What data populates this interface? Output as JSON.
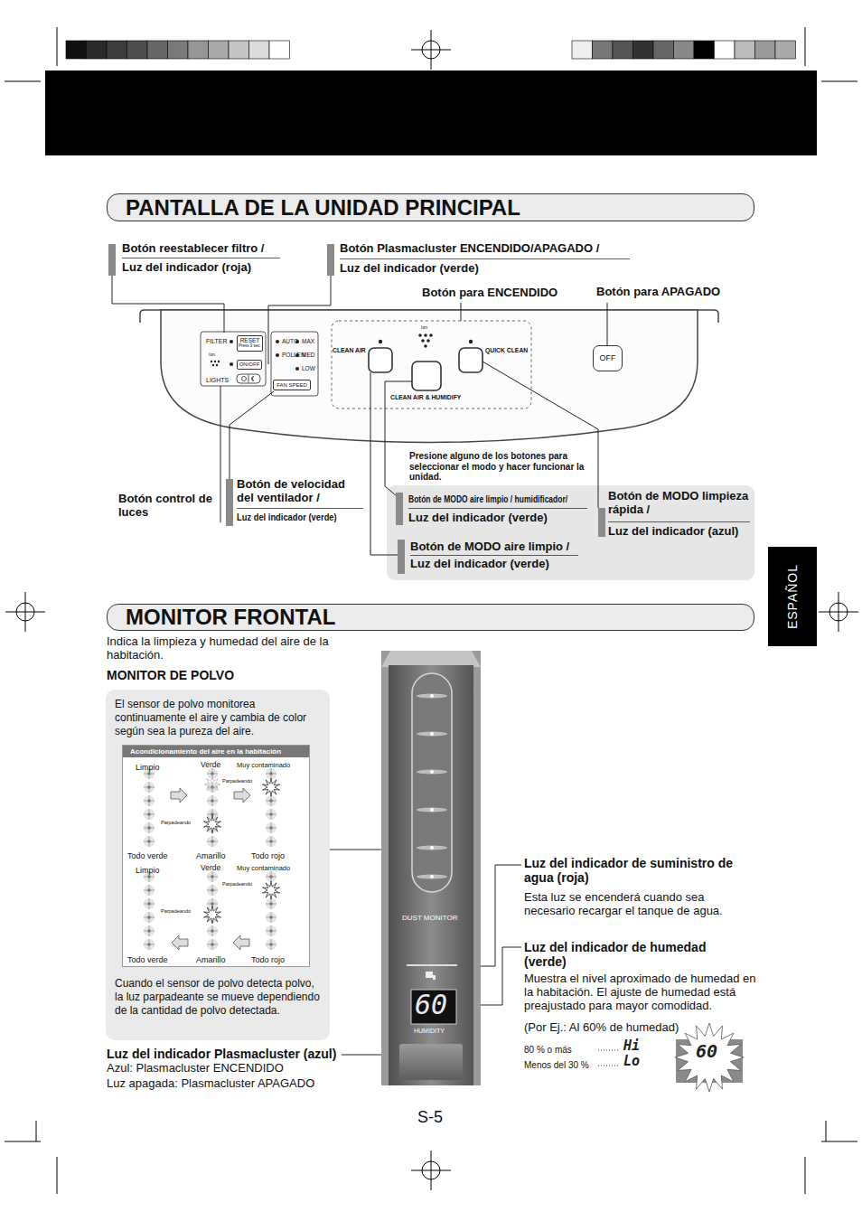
{
  "diagram": {
    "nodes": [
      {
        "text": [
          "PANTALLA DE LA UNIDAD PRINCIPAL"
        ]
      },
      {
        "text": [
          "RESET",
          "Press 3 sec."
        ]
      },
      {
        "text": [
          "ON/OFF"
        ]
      },
      {
        "text": [
          "FAN SPEED"
        ]
      },
      {
        "text": [
          "OFF"
        ]
      },
      {
        "text": [
          "ESPAÑOL"
        ]
      },
      {
        "text": [
          "MONITOR FRONTAL"
        ]
      },
      {
        "text": [
          "El sensor de polvo monitorea continuamente el aire y cambia de color según sea la pureza del aire.",
          "Cuando el sensor de polvo detecta polvo, la luz parpadeante se mueve dependiendo de la cantidad de polvo detectada."
        ]
      },
      {
        "text": [
          "Acondicionamiento del aire en la habitación"
        ],
        "in": 7
      }
    ],
    "labels": [
      "Botón reestablecer filtro /",
      "Luz del indicador (roja)",
      "Botón Plasmacluster ENCENDIDO/APAGADO /",
      "Luz del indicador (verde)",
      "Botón para ENCENDIDO",
      "Botón para APAGADO",
      "FILTER",
      "LIGHTS",
      "Ion",
      "AUTO",
      "MAX",
      "POLLEN",
      "MED",
      "LOW",
      "Ion",
      "CLEAN AIR",
      "QUICK CLEAN",
      "CLEAN AIR & HUMIDIFY",
      "Presione alguno de los botones para seleccionar el modo y hacer funcionar la unidad.",
      "Botón control de luces",
      "Botón de velocidad del ventilador /",
      "Luz del indicador (verde)",
      "Botón de MODO aire limpio / humidificador/",
      "Luz del indicador (verde)",
      "Botón de MODO limpieza rápida /",
      "Luz del indicador (azul)",
      "Botón de MODO aire limpio /",
      "Luz del indicador (verde)",
      "Indica la limpieza y humedad del aire de la habitación.",
      "MONITOR DE POLVO",
      "Limpio",
      "Verde",
      "Muy contaminado",
      "Parpadeando",
      "Parpadeando",
      "Todo verde",
      "Amarillo",
      "Todo rojo",
      "Limpio",
      "Verde",
      "Muy contaminado",
      "Parpadeando",
      "Parpadeando",
      "Todo verde",
      "Amarillo",
      "Todo rojo",
      "DUST MONITOR",
      "60",
      "HUMIDITY",
      "Luz del indicador de suministro de agua (roja)",
      "Esta luz se encenderá cuando sea necesario recargar el tanque de agua.",
      "Luz del indicador de humedad (verde)",
      "Muestra el nivel aproximado de humedad en la habitación. El ajuste de humedad está preajustado para mayor comodidad.",
      "(Por Ej.: Al 60% de humedad)",
      "80 % o más",
      "Hi",
      "Menos del 30 %",
      "Lo",
      "60",
      "HUMIDITY",
      "Luz del indicador Plasmacluster (azul)",
      "Azul: Plasmacluster ENCENDIDO",
      "Luz apagada: Plasmacluster APAGADO",
      "S-5"
    ]
  }
}
